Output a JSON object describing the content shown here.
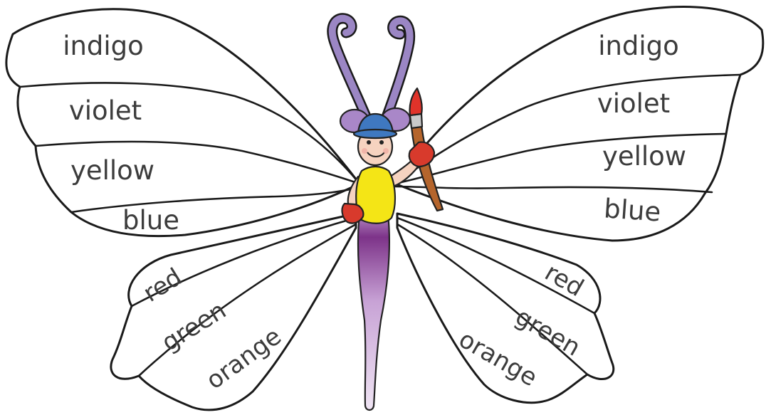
{
  "wings": {
    "left_upper": [
      "indigo",
      "violet",
      "yellow",
      "blue"
    ],
    "right_upper": [
      "indigo",
      "violet",
      "yellow",
      "blue"
    ],
    "left_lower": [
      "red",
      "green",
      "orange"
    ],
    "right_lower": [
      "red",
      "green",
      "orange"
    ]
  },
  "colors": {
    "antenna": "#9b86c4",
    "hat": "#3f78c0",
    "ear": "#a987c8",
    "face": "#f6d3c0",
    "shirt": "#f4e516",
    "glove": "#d83a2c",
    "body_top": "#8a3d94",
    "body_bottom": "#e7d8ee",
    "brush_handle": "#b5652c",
    "brush_tip": "#e0332a",
    "outline": "#1a1a1a",
    "label_text": "#3c3c3c"
  }
}
